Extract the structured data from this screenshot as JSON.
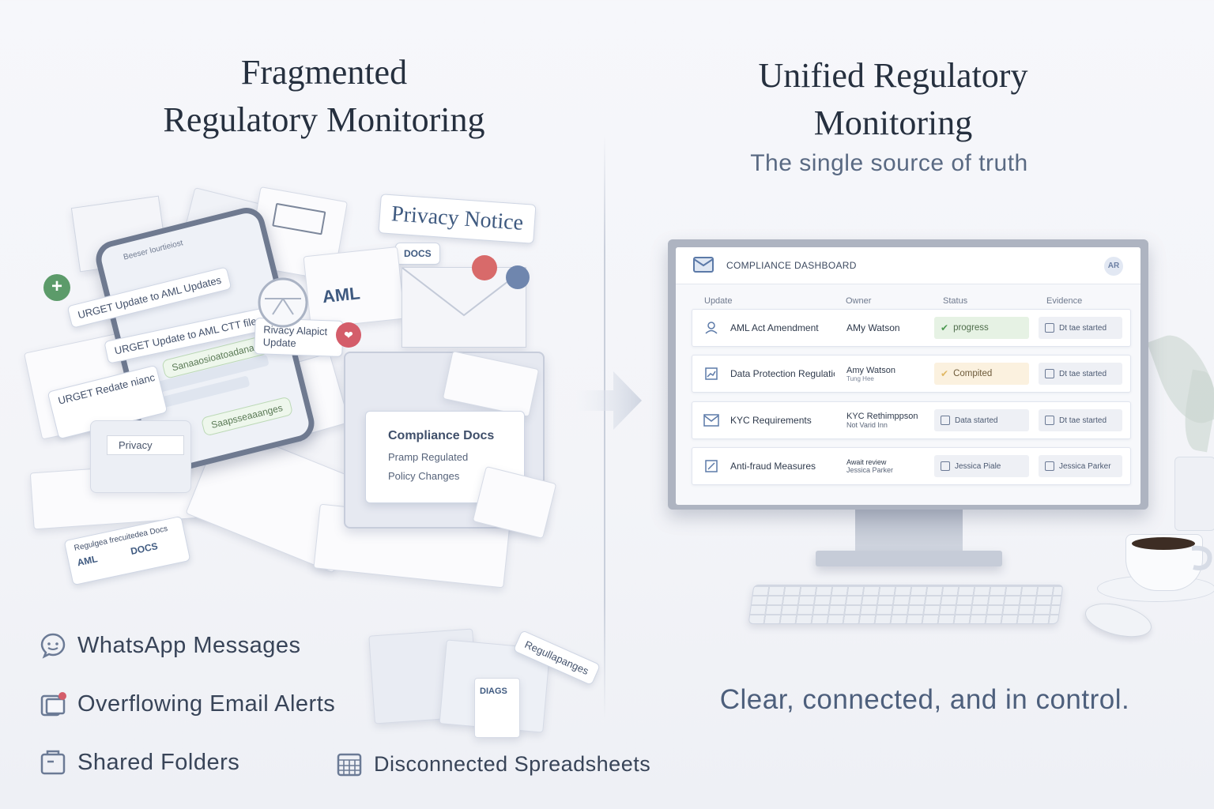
{
  "left": {
    "title_line1": "Fragmented",
    "title_line2": "Regulatory Monitoring",
    "collage": {
      "privacy_notice": "Privacy Notice",
      "docs": "DOCS",
      "aml": "AML",
      "urgent_1": "URGET Update to AML Updates",
      "urgent_2": "URGET Update to AML CTT files",
      "urgent_3": "URGET Redate nianc",
      "privacy_alert": "Rivacy Alapict",
      "privacy_alert_sub": "Update",
      "phone_header": "Beeser lourtieiost",
      "green_1": "Sanaaosioatoadanas",
      "green_2": "Saapsseaaanges",
      "privacy_folder": "Privacy",
      "compliance_docs": "Compliance Docs",
      "compliance_item_1": "Pramp Regulated",
      "compliance_item_2": "Policy Changes",
      "reg_docs": "Regulgea frecuitedea Docs",
      "reg_docs_aml": "AML",
      "reg_docs_docs": "DOCS",
      "regul_tag": "Regullapanges",
      "diags": "DIAGS"
    },
    "legend": [
      {
        "icon": "chat-bubble-icon",
        "label": "WhatsApp Messages"
      },
      {
        "icon": "email-alert-icon",
        "label": "Overflowing Email Alerts"
      },
      {
        "icon": "folder-icon",
        "label": "Shared Folders"
      },
      {
        "icon": "spreadsheet-icon",
        "label": "Disconnected Spreadsheets"
      }
    ]
  },
  "right": {
    "title_line1": "Unified Regulatory",
    "title_line2": "Monitoring",
    "subtitle": "The single source of truth",
    "tagline": "Clear, connected, and in control.",
    "dashboard": {
      "title": "COMPLIANCE DASHBOARD",
      "avatar": "AR",
      "columns": [
        "Update",
        "Owner",
        "Status",
        "Evidence"
      ],
      "rows": [
        {
          "update": "AML Act Amendment",
          "owner": "AMy Watson",
          "owner_sub": "",
          "status": "progress",
          "evidence": "Dt tae started",
          "icon": "user-icon"
        },
        {
          "update": "Data Protection Regulatic",
          "owner": "Amy Watson",
          "owner_sub": "Tung Hee",
          "status": "Compited",
          "evidence": "Dt tae started",
          "icon": "chart-icon"
        },
        {
          "update": "KYC Requirements",
          "owner": "KYC Rethimppson",
          "owner_sub": "Not Varid Inn",
          "status": "Data started",
          "evidence": "Dt tae started",
          "icon": "mail-icon"
        },
        {
          "update": "Anti-fraud Measures",
          "owner": "Await review",
          "owner_sub": "Jessica Parker",
          "status": "Jessica Piale",
          "evidence": "Jessica Parker",
          "icon": "edit-icon"
        }
      ],
      "status_colors": {
        "progress": "#e6f2e4",
        "completed": "#fbf1df",
        "neutral": "#eef0f5"
      }
    }
  }
}
